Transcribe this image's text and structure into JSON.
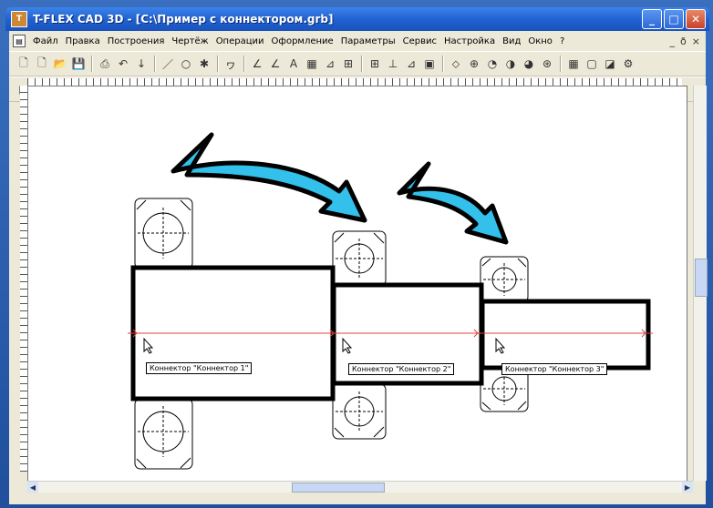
{
  "window": {
    "title": "T-FLEX CAD 3D - [C:\\Пример с коннектором.grb]",
    "app_icon": "T",
    "minimize": "_",
    "maximize": "□",
    "close": "✕"
  },
  "menu": {
    "items": [
      "Файл",
      "Правка",
      "Построения",
      "Чертёж",
      "Операции",
      "Оформление",
      "Параметры",
      "Сервис",
      "Настройка",
      "Вид",
      "Окно",
      "?"
    ],
    "mdi_controls": [
      "_",
      "ð",
      "×"
    ]
  },
  "connectors": [
    {
      "label": "Коннектор \"Коннектор 1\""
    },
    {
      "label": "Коннектор \"Коннектор 2\""
    },
    {
      "label": "Коннектор \"Коннектор 3\""
    }
  ],
  "colors": {
    "arrow_fill": "#33c0ea",
    "axis_line": "#e04040"
  }
}
